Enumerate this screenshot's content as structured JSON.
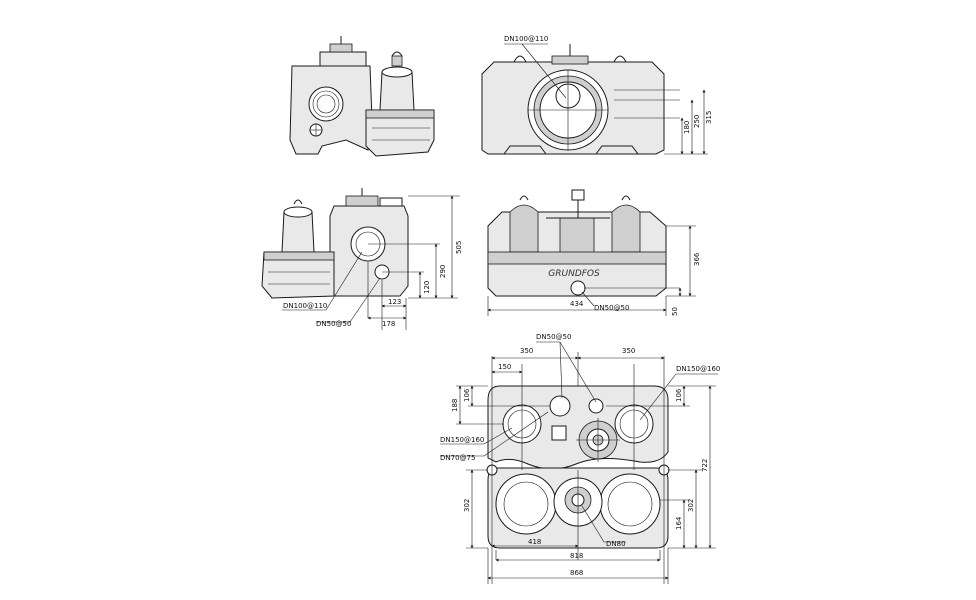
{
  "drawing": {
    "dims": {
      "front_180": "180",
      "front_250": "250",
      "front_315": "315",
      "side_505": "505",
      "side_290": "290",
      "side_120": "120",
      "side_123": "123",
      "side_178": "178",
      "rear_434": "434",
      "rear_366": "366",
      "rear_50": "50",
      "top_350_left": "350",
      "top_350_right": "350",
      "top_150": "150",
      "top_106_left": "106",
      "top_188": "188",
      "top_106_right": "106",
      "top_722": "722",
      "top_302_left": "302",
      "top_302_right": "302",
      "top_164": "164",
      "top_418": "418",
      "top_818": "818",
      "top_868": "868"
    },
    "labels": {
      "front_dn100": "DN100@110",
      "side_dn100": "DN100@110",
      "side_dn50": "DN50@50",
      "rear_dn50": "DN50@50",
      "top_dn50": "DN50@50",
      "top_dn150_right": "DN150@160",
      "top_dn150_left": "DN150@160",
      "top_dn70": "DN70@75",
      "top_dn80": "DN80"
    },
    "logo_text": "GRUNDFOS"
  }
}
